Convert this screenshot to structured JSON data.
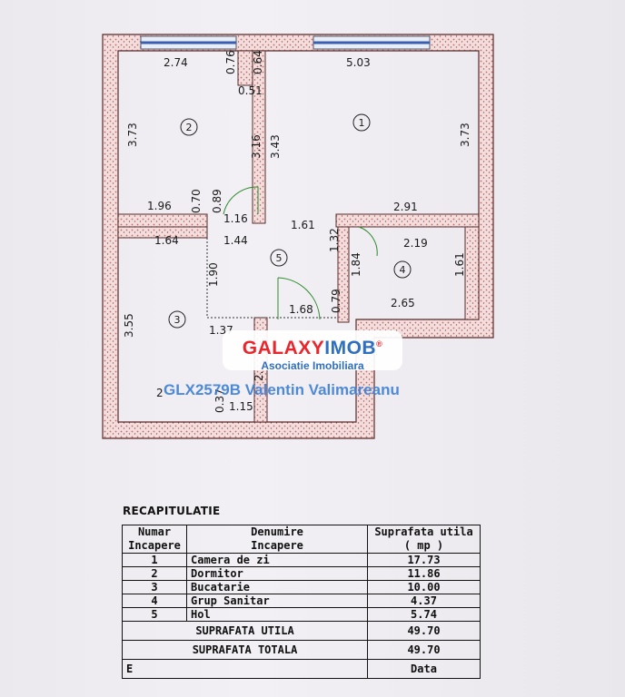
{
  "plan": {
    "rooms": [
      {
        "number": "1"
      },
      {
        "number": "2"
      },
      {
        "number": "3"
      },
      {
        "number": "4"
      },
      {
        "number": "5"
      }
    ],
    "dimensions": [
      "2.74",
      "0.76",
      "0.64",
      "0.51",
      "5.03",
      "3.73",
      "3.16",
      "3.43",
      "3.73",
      "1.96",
      "0.70",
      "0.89",
      "1.16",
      "1.61",
      "2.91",
      "1.64",
      "1.44",
      "1.32",
      "2.19",
      "1.90",
      "1.84",
      "1.61",
      "3.55",
      "0.79",
      "2.65",
      "1.68",
      "1.37",
      "2.",
      "0.37",
      "1.15",
      "2"
    ]
  },
  "watermark": {
    "brand_galaxy": "GALAXY",
    "brand_imob": "IMOB",
    "registered": "®",
    "tagline": "Asociatie Imobiliara",
    "agent": "GLX2579B Valentin Valimareanu",
    "colors": {
      "galaxy": "#e8262b",
      "imob": "#2f6fbf"
    }
  },
  "recap": {
    "title": "RECAPITULATIE",
    "headers": {
      "num_line1": "Numar",
      "num_line2": "Incapere",
      "name_line1": "Denumire",
      "name_line2": "Incapere",
      "area_line1": "Suprafata utila",
      "area_line2": "( mp )"
    },
    "rows": [
      {
        "num": "1",
        "name": "Camera de zi",
        "area": "17.73"
      },
      {
        "num": "2",
        "name": "Dormitor",
        "area": "11.86"
      },
      {
        "num": "3",
        "name": "Bucatarie",
        "area": "10.00"
      },
      {
        "num": "4",
        "name": "Grup Sanitar",
        "area": "4.37"
      },
      {
        "num": "5",
        "name": "Hol",
        "area": "5.74"
      }
    ],
    "total_useful": {
      "label": "SUPRAFATA UTILA",
      "value": "49.70"
    },
    "total_total": {
      "label": "SUPRAFATA TOTALA",
      "value": "49.70"
    },
    "cut_off": {
      "left": "E",
      "right": "Data"
    }
  }
}
